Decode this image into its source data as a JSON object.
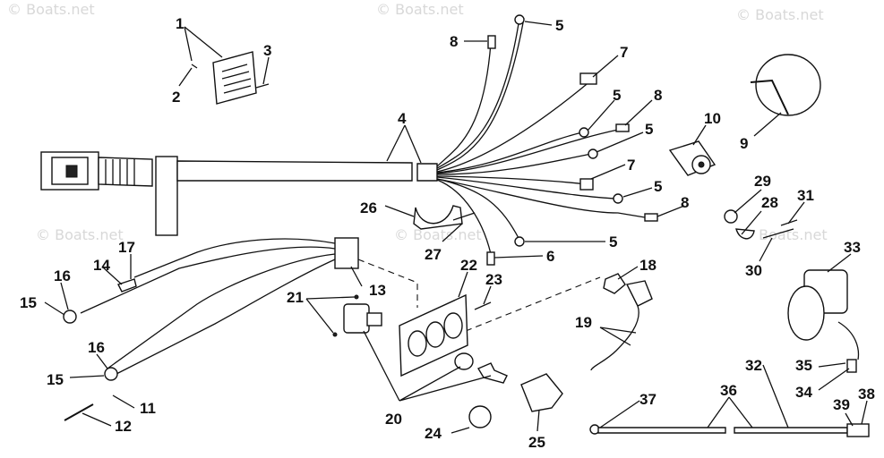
{
  "watermark": "© Boats.net",
  "callouts": [
    {
      "id": "c1",
      "text": "1"
    },
    {
      "id": "c2",
      "text": "2"
    },
    {
      "id": "c3",
      "text": "3"
    },
    {
      "id": "c4",
      "text": "4"
    },
    {
      "id": "c5a",
      "text": "5"
    },
    {
      "id": "c5b",
      "text": "5"
    },
    {
      "id": "c5c",
      "text": "5"
    },
    {
      "id": "c5d",
      "text": "5"
    },
    {
      "id": "c5e",
      "text": "5"
    },
    {
      "id": "c6",
      "text": "6"
    },
    {
      "id": "c7a",
      "text": "7"
    },
    {
      "id": "c7b",
      "text": "7"
    },
    {
      "id": "c8a",
      "text": "8"
    },
    {
      "id": "c8b",
      "text": "8"
    },
    {
      "id": "c8c",
      "text": "8"
    },
    {
      "id": "c9",
      "text": "9"
    },
    {
      "id": "c10",
      "text": "10"
    },
    {
      "id": "c11",
      "text": "11"
    },
    {
      "id": "c12",
      "text": "12"
    },
    {
      "id": "c13",
      "text": "13"
    },
    {
      "id": "c14",
      "text": "14"
    },
    {
      "id": "c15a",
      "text": "15"
    },
    {
      "id": "c15b",
      "text": "15"
    },
    {
      "id": "c16a",
      "text": "16"
    },
    {
      "id": "c16b",
      "text": "16"
    },
    {
      "id": "c17",
      "text": "17"
    },
    {
      "id": "c18",
      "text": "18"
    },
    {
      "id": "c19",
      "text": "19"
    },
    {
      "id": "c20",
      "text": "20"
    },
    {
      "id": "c21",
      "text": "21"
    },
    {
      "id": "c22",
      "text": "22"
    },
    {
      "id": "c23",
      "text": "23"
    },
    {
      "id": "c24",
      "text": "24"
    },
    {
      "id": "c25",
      "text": "25"
    },
    {
      "id": "c26",
      "text": "26"
    },
    {
      "id": "c27",
      "text": "27"
    },
    {
      "id": "c28",
      "text": "28"
    },
    {
      "id": "c29",
      "text": "29"
    },
    {
      "id": "c30",
      "text": "30"
    },
    {
      "id": "c31",
      "text": "31"
    },
    {
      "id": "c32",
      "text": "32"
    },
    {
      "id": "c33",
      "text": "33"
    },
    {
      "id": "c34",
      "text": "34"
    },
    {
      "id": "c35",
      "text": "35"
    },
    {
      "id": "c36",
      "text": "36"
    },
    {
      "id": "c37",
      "text": "37"
    },
    {
      "id": "c38",
      "text": "38"
    },
    {
      "id": "c39",
      "text": "39"
    }
  ]
}
